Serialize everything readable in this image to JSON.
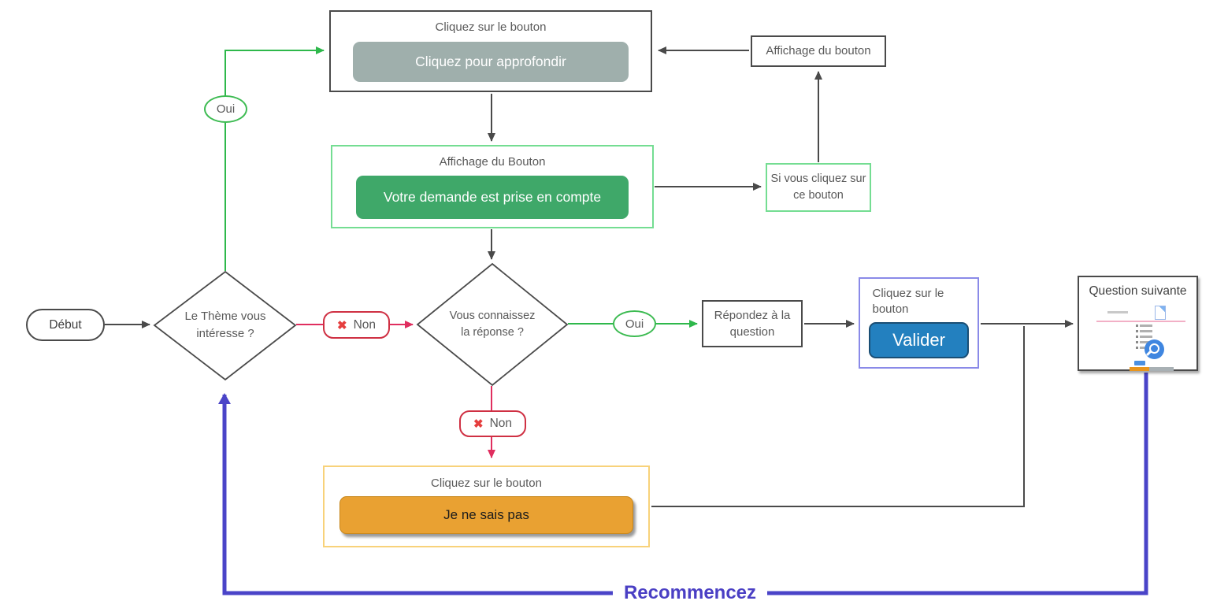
{
  "diagram": {
    "x_mark": "✖",
    "nodes": {
      "start": {
        "label": "Début"
      },
      "decision_theme": {
        "label": "Le Thème vous intéresse ?"
      },
      "box_approfondir": {
        "title": "Cliquez sur le bouton",
        "button_label": "Cliquez pour approfondir"
      },
      "box_demande": {
        "title": "Affichage du Bouton",
        "button_label": "Votre demande est prise en compte"
      },
      "box_si_clic": {
        "label": "Si vous cliquez sur ce bouton"
      },
      "box_affichage_bouton": {
        "label": "Affichage du bouton"
      },
      "decision_reponse": {
        "label": "Vous connaissez la réponse ?"
      },
      "box_repondez": {
        "label": "Répondez à la question"
      },
      "box_valider": {
        "title": "Cliquez sur le bouton",
        "button_label": "Valider"
      },
      "box_question_suivante": {
        "label": "Question suivante"
      },
      "box_je_ne_sais_pas": {
        "title": "Cliquez sur le bouton",
        "button_label": "Je ne sais pas"
      }
    },
    "edge_labels": {
      "oui_theme": "Oui",
      "non_theme": "Non",
      "oui_reponse": "Oui",
      "non_reponse": "Non",
      "recommencez": "Recommencez"
    },
    "colors": {
      "dark_line": "#4a4a4a",
      "green_line": "#2eb84b",
      "green_border": "#74dd92",
      "green_button": "#3fa869",
      "gray_button": "#9fafac",
      "pink_line": "#e02e5f",
      "red_x": "#e53e3e",
      "red_badge_border": "#cf3043",
      "blue_loop": "#4a44c8",
      "blue_button": "#2380bf",
      "violet_border": "#8a8ae8",
      "orange_border": "#f8d27a",
      "orange_button": "#e9a132"
    }
  }
}
